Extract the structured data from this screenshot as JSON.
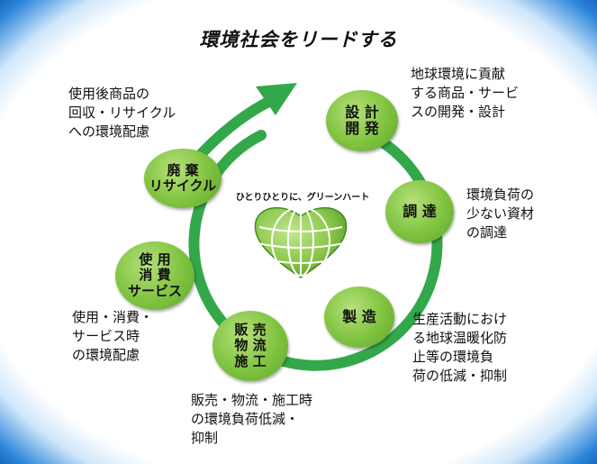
{
  "title": "環境社会をリードする",
  "center": {
    "label": "ひとりひとりに、グリーンハート",
    "icon": "green-heart-globe-icon"
  },
  "colors": {
    "ring": "#33a84a",
    "node": "#7fc33f",
    "border": "#1769c0"
  },
  "stages": {
    "design": {
      "label": "設 計\n開 発",
      "desc": "地球環境に貢献\nする商品・サービ\nスの開発・設計"
    },
    "procure": {
      "label": "調 達",
      "desc": "環境負荷の\n少ない資材\nの調達"
    },
    "produce": {
      "label": "製 造",
      "desc": "生産活動におけ\nる地球温暖化防\n止等の環境負\n荷の低減・抑制"
    },
    "sales": {
      "label": "販  売\n物  流\n施  工",
      "desc": "販売・物流・施工時\nの環境負荷低減・\n抑制"
    },
    "use": {
      "label": "使  用\n消  費\nサービス",
      "desc": "使用・消費・\nサービス時\nの環境配慮"
    },
    "disposal": {
      "label": "廃  棄\nリサイクル",
      "desc": "使用後商品の\n回収・リサイクル\nへの環境配慮"
    }
  }
}
